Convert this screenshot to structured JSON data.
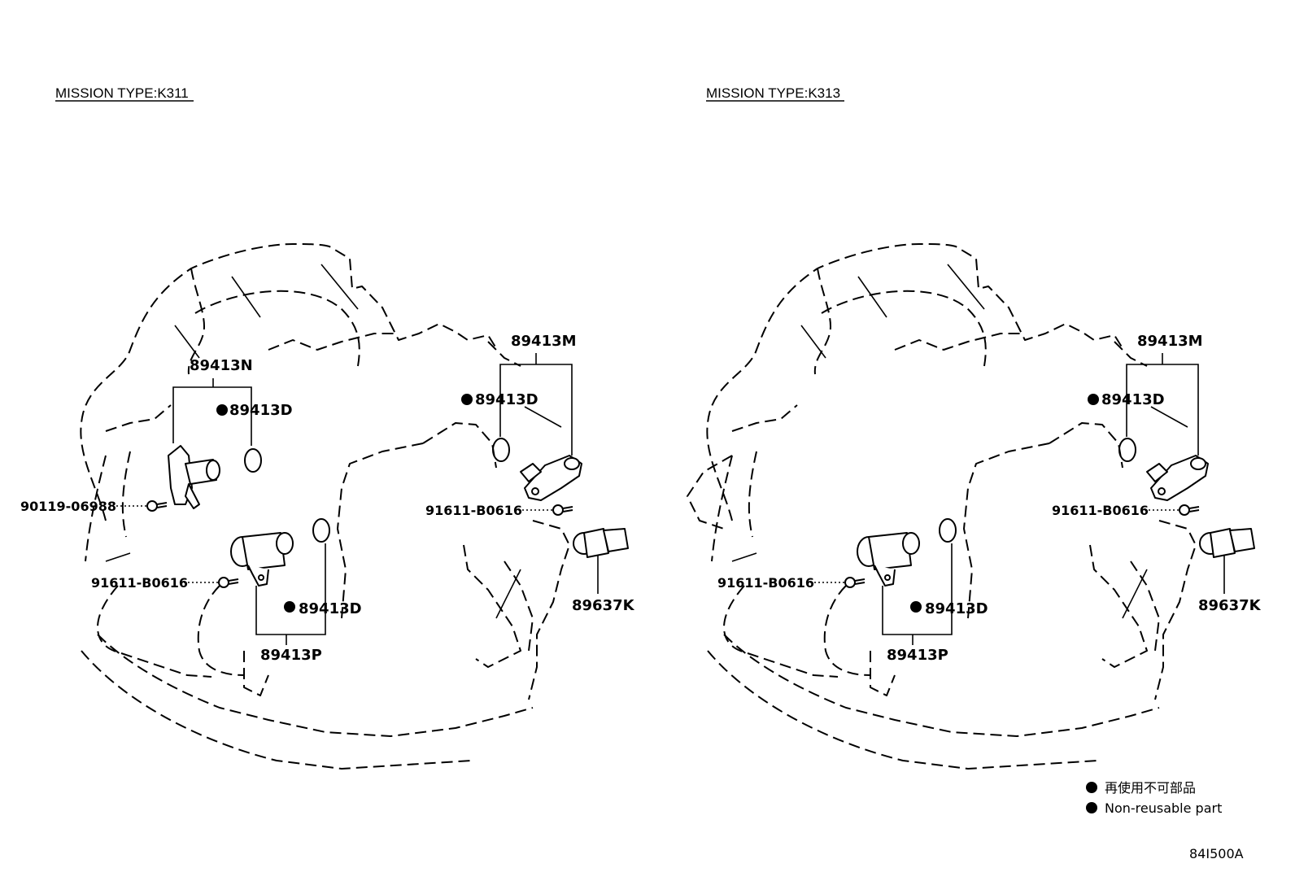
{
  "panels": [
    {
      "header": "MISSION TYPE:K311",
      "labels": {
        "n": "89413N",
        "d_upper": "89413D",
        "bolt_left": "90119-06988",
        "bolt_lower": "91611-B0616",
        "d_lower": "89413D",
        "p": "89413P",
        "m": "89413M",
        "d_right": "89413D",
        "bolt_right": "91611-B0616",
        "k": "89637K"
      }
    },
    {
      "header": "MISSION TYPE:K313",
      "labels": {
        "bolt_lower": "91611-B0616",
        "d_lower": "89413D",
        "p": "89413P",
        "m": "89413M",
        "d_right": "89413D",
        "bolt_right": "91611-B0616",
        "k": "89637K"
      }
    }
  ],
  "legend": {
    "line1": "再使用不可部品",
    "line2": "Non-reusable part"
  },
  "figure_code": "84I500A"
}
